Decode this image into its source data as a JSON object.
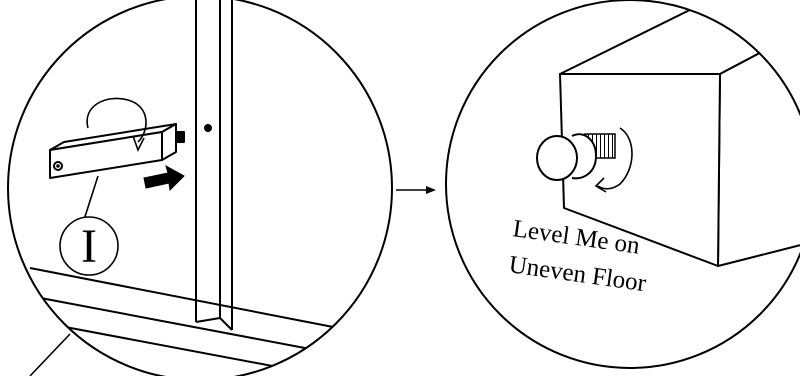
{
  "diagram": {
    "callout_label": "I",
    "leveler_note": {
      "line1": "Level Me on",
      "line2": "Uneven Floor"
    },
    "ink_color": "#000000",
    "background_color": "#ffffff",
    "icons": [
      "rotation-arrow-icon",
      "push-arrow-icon",
      "step-arrow-icon"
    ]
  }
}
